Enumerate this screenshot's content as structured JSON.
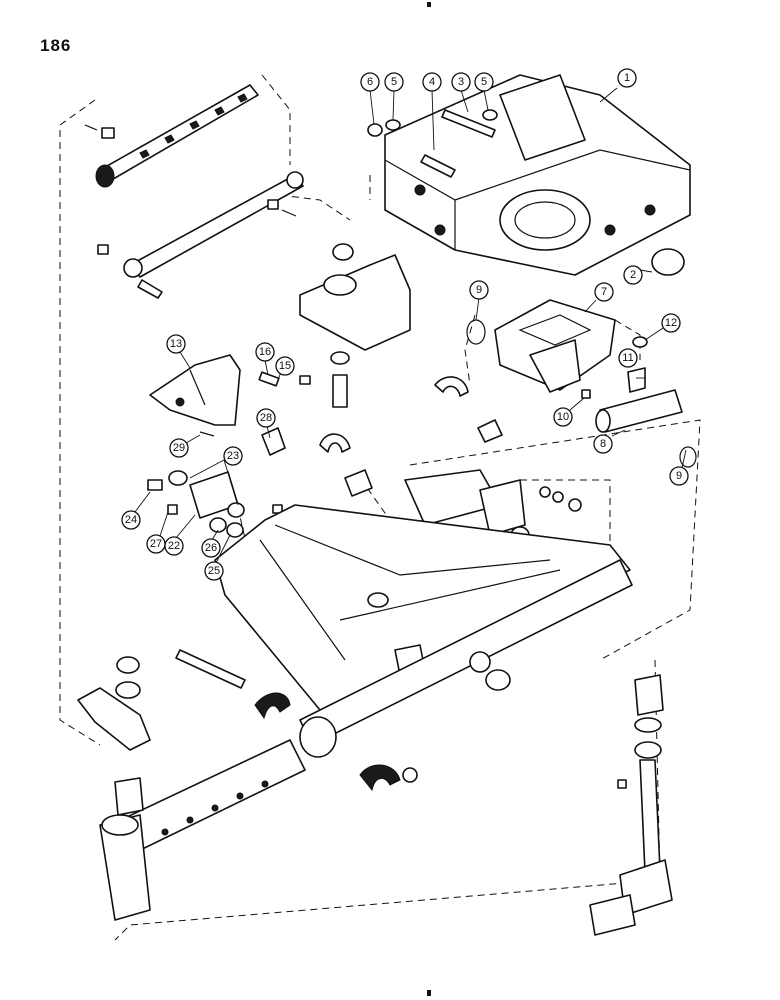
{
  "page": {
    "number": "186"
  },
  "callouts": [
    {
      "label": "1"
    },
    {
      "label": "2"
    },
    {
      "label": "3"
    },
    {
      "label": "4"
    },
    {
      "label": "5"
    },
    {
      "label": "5"
    },
    {
      "label": "6"
    },
    {
      "label": "7"
    },
    {
      "label": "8"
    },
    {
      "label": "9"
    },
    {
      "label": "9"
    },
    {
      "label": "10"
    },
    {
      "label": "11"
    },
    {
      "label": "12"
    },
    {
      "label": "13"
    },
    {
      "label": "15"
    },
    {
      "label": "16"
    },
    {
      "label": "22"
    },
    {
      "label": "23"
    },
    {
      "label": "24"
    },
    {
      "label": "25"
    },
    {
      "label": "26"
    },
    {
      "label": "27"
    },
    {
      "label": "28"
    },
    {
      "label": "29"
    }
  ]
}
